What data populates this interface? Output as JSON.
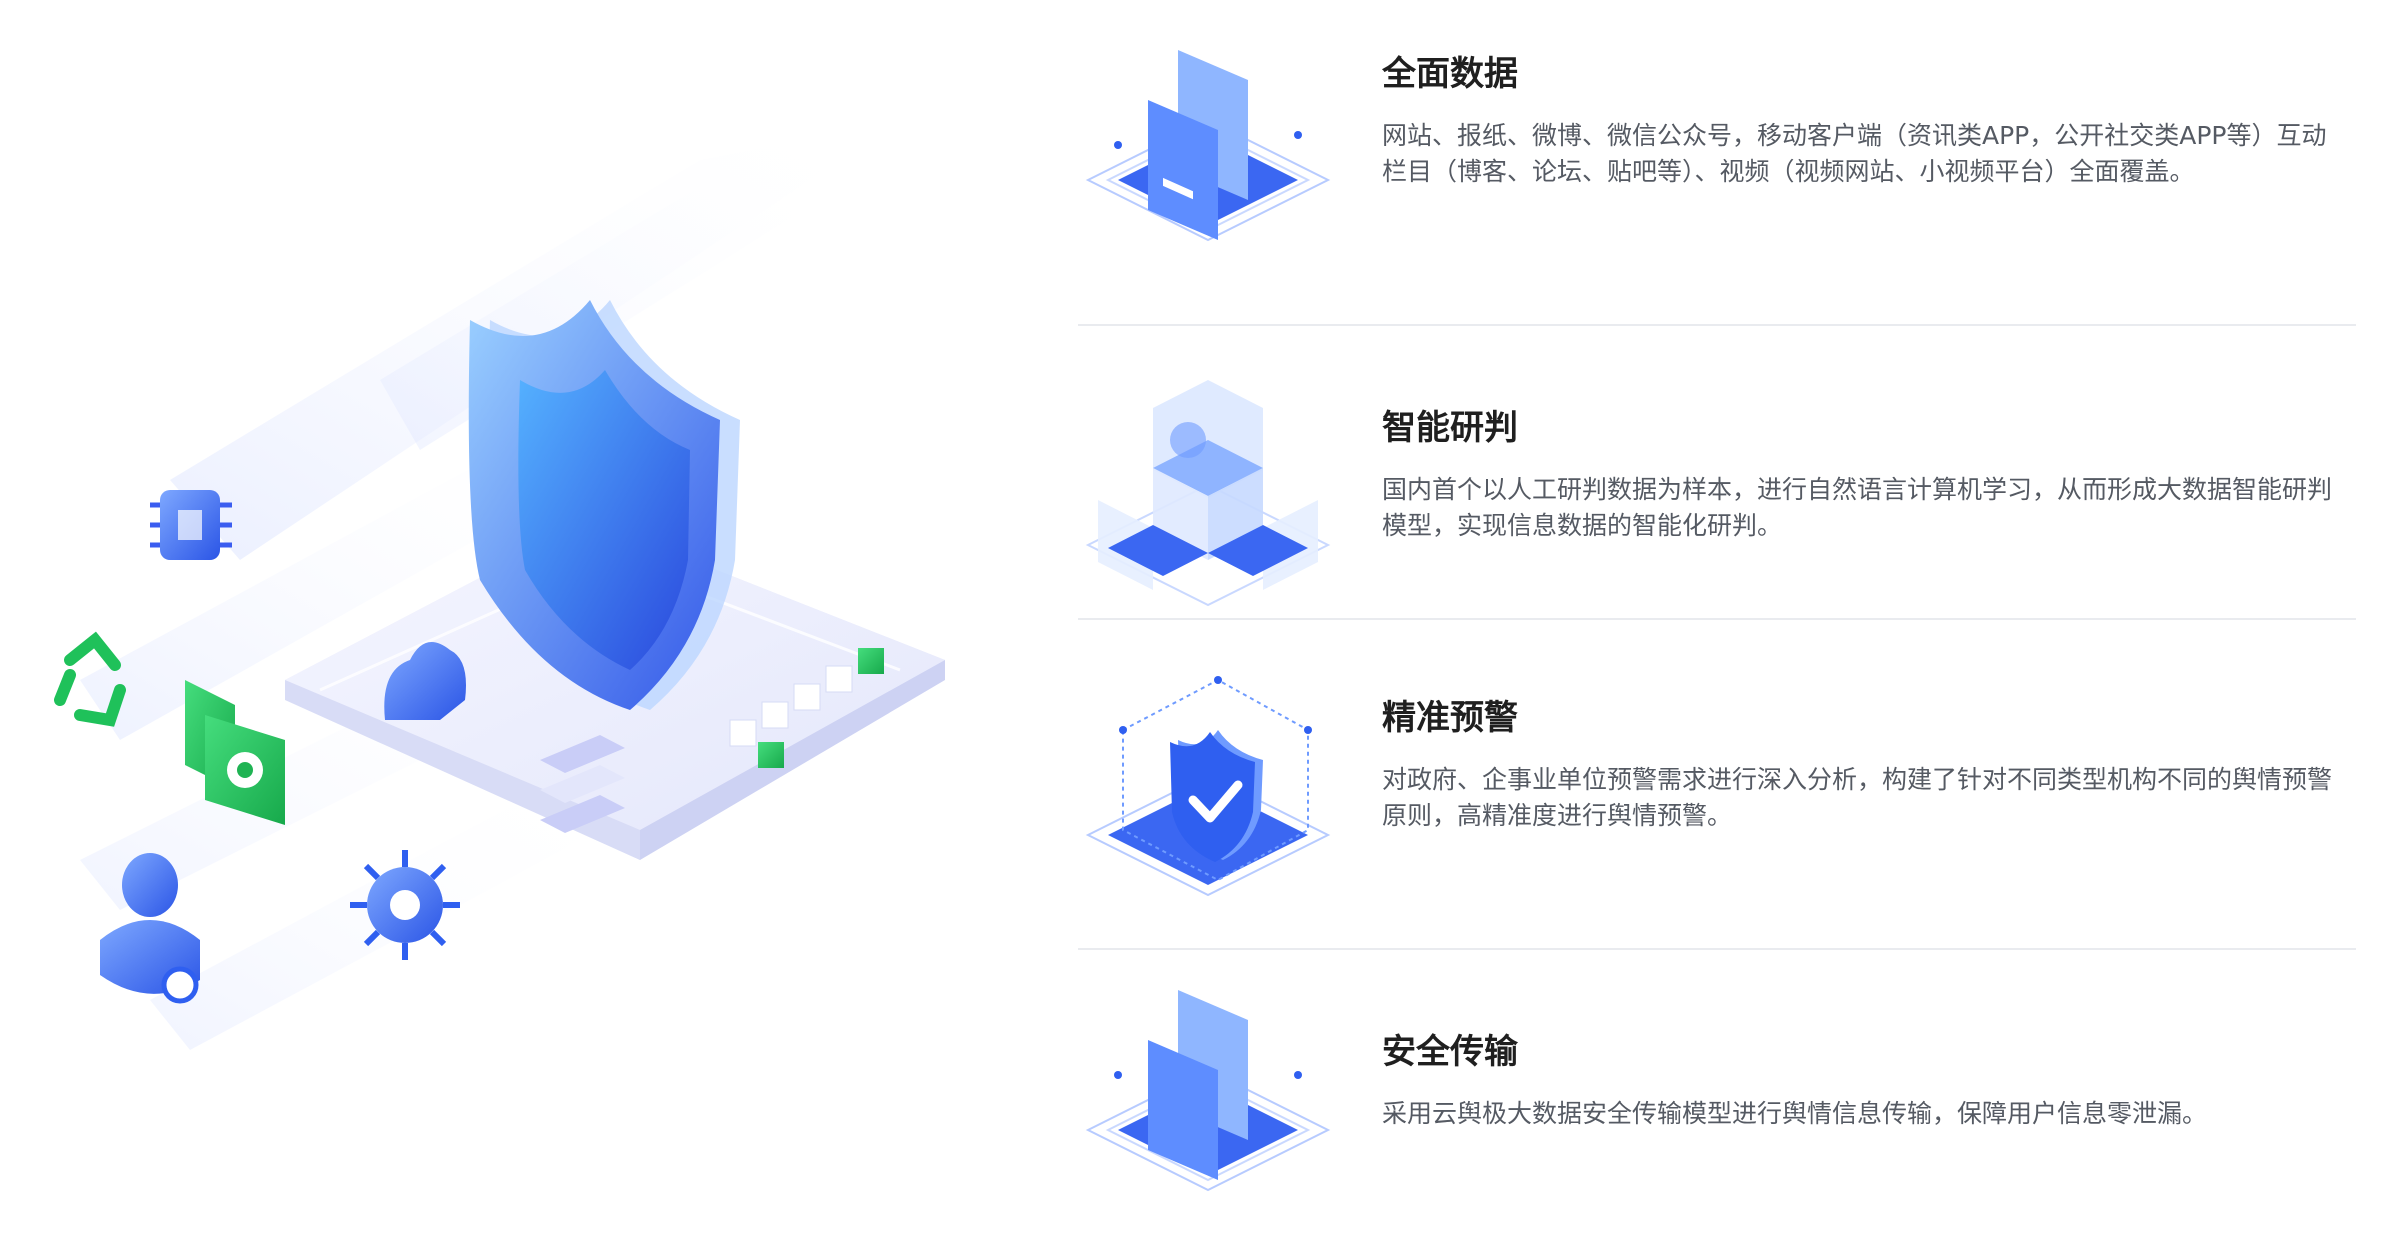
{
  "features": [
    {
      "title": "全面数据",
      "description": "网站、报纸、微博、微信公众号，移动客户端（资讯类APP，公开社交类APP等）互动栏目（博客、论坛、贴吧等）、视频（视频网站、小视频平台）全面覆盖。",
      "icon": "documents-stack-icon"
    },
    {
      "title": "智能研判",
      "description": "国内首个以人工研判数据为样本，进行自然语言计算机学习，从而形成大数据智能研判模型，实现信息数据的智能化研判。",
      "icon": "cubes-icon"
    },
    {
      "title": "精准预警",
      "description": "对政府、企事业单位预警需求进行深入分析，构建了针对不同类型机构不同的舆情预警原则，高精准度进行舆情预警。",
      "icon": "shield-check-icon"
    },
    {
      "title": "安全传输",
      "description": "采用云舆极大数据安全传输模型进行舆情信息传输，保障用户信息零泄漏。",
      "icon": "documents-stack-icon"
    }
  ],
  "colors": {
    "accent": "#2f63f0",
    "accent_light": "#7fb0ff",
    "green": "#1fc15a",
    "title": "#1f1f1f",
    "text": "#555a63",
    "divider": "#e9ebef"
  },
  "hero": {
    "icons": [
      "shield-icon",
      "cloud-icon",
      "chip-icon",
      "recycle-icon",
      "gear-folder-icon",
      "virus-icon",
      "user-icon"
    ]
  }
}
